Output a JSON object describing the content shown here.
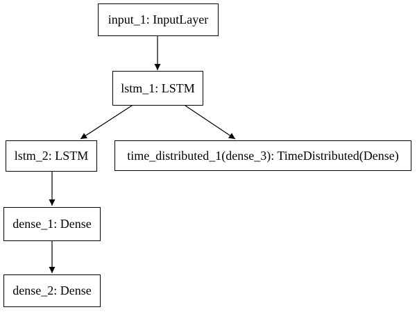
{
  "diagram": {
    "type": "keras-model-graph",
    "background_color": "#ffffff",
    "node_fill_color": "#ffffff",
    "node_border_color": "#000000",
    "text_color": "#000000",
    "edge_color": "#000000",
    "nodes": [
      {
        "id": "input_1",
        "label": "input_1: InputLayer"
      },
      {
        "id": "lstm_1",
        "label": "lstm_1: LSTM"
      },
      {
        "id": "lstm_2",
        "label": "lstm_2: LSTM"
      },
      {
        "id": "time_distributed_1",
        "label": "time_distributed_1(dense_3): TimeDistributed(Dense)"
      },
      {
        "id": "dense_1",
        "label": "dense_1: Dense"
      },
      {
        "id": "dense_2",
        "label": "dense_2: Dense"
      }
    ],
    "edges": [
      {
        "from": "input_1",
        "to": "lstm_1"
      },
      {
        "from": "lstm_1",
        "to": "lstm_2"
      },
      {
        "from": "lstm_1",
        "to": "time_distributed_1"
      },
      {
        "from": "lstm_2",
        "to": "dense_1"
      },
      {
        "from": "dense_1",
        "to": "dense_2"
      }
    ]
  }
}
